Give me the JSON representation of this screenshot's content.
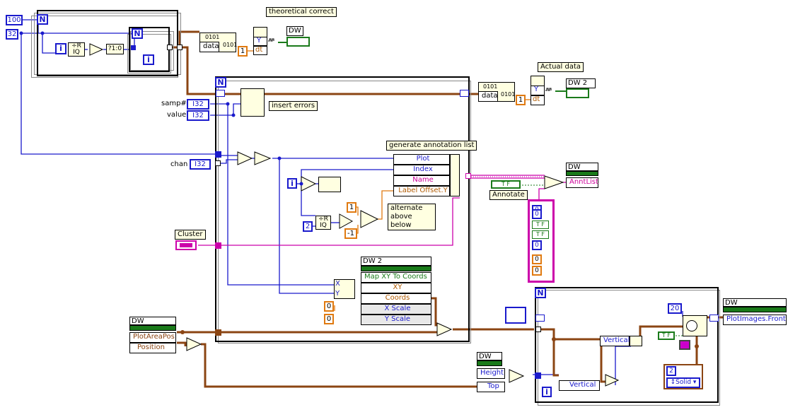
{
  "constants": {
    "c100": "100",
    "c32": "32",
    "c1a": "1",
    "c1b": "1",
    "c1c": "1",
    "cneg1": "-1",
    "c2": "2",
    "c0a": "0",
    "c0b": "0",
    "c20": "20",
    "c2b": "2"
  },
  "loops": {
    "outer_n": "N",
    "inner_n": "N",
    "main_n": "N",
    "right_n": "N",
    "i_outer": "i",
    "i_inner": "i",
    "i_main": "i",
    "i_right": "i"
  },
  "labels": {
    "theoretical": "theoretical correct",
    "actual": "Actual data",
    "insert_errors": "insert errors",
    "gen_annotation": "generate annotation list",
    "alternate": "alternate above below",
    "annotate": "Annotate",
    "cluster": "Cluster"
  },
  "terminals": {
    "samp": "samp#",
    "value": "value",
    "chan": "chan",
    "i32": "I32",
    "data1": "data",
    "data2": "data",
    "dt1": "dt",
    "dt2": "dt",
    "y1": "Y",
    "y2": "Y",
    "x_in": "X",
    "y_in": "Y",
    "tf1": "T F",
    "tf2": "T F",
    "binary1": "0101",
    "binary2": "0101",
    "binary3": "0101",
    "binary4": "0101"
  },
  "indicators": {
    "dw1": "DW",
    "dw2": "DW 2",
    "dw_annot": "DW",
    "annt_list": "AnntList",
    "dw_right": "DW",
    "plot_images": "PlotImages.Front",
    "dw_left": "DW",
    "plot_area_pos": "PlotAreaPos",
    "position": "Position",
    "dw_bottom": "DW",
    "height": "Height",
    "top": "Top"
  },
  "bundle_annotation": {
    "rows": [
      "Plot",
      "Index",
      "Name",
      "Label Offset.Y"
    ]
  },
  "map_node": {
    "title": "DW 2",
    "rows": [
      "Map XY To Coords",
      "XY",
      "Coords",
      "X Scale",
      "Y Scale"
    ]
  },
  "vertical": {
    "v1": "Vertical",
    "v2": "Vertical",
    "solid": "Solid"
  },
  "array_constants": [
    "0",
    "0",
    "T F",
    "T F",
    "0",
    "0",
    "0"
  ],
  "colors": {
    "int_blue": "#1a1acc",
    "cluster_pink": "#cc00aa",
    "dbl_orange": "#e07a10",
    "bool_green": "#1a7a1a",
    "wave_brown": "#8b4513"
  }
}
